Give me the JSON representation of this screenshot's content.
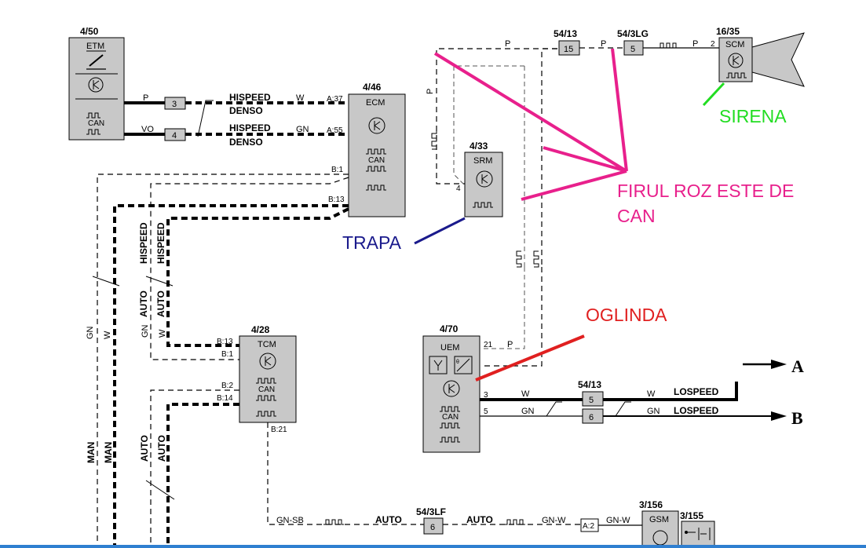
{
  "modules": {
    "etm": {
      "id": "4/50",
      "name": "ETM"
    },
    "ecm": {
      "id": "4/46",
      "name": "ECM",
      "pin_a37": "A:37",
      "pin_a55": "A:55",
      "pin_b1": "B:1",
      "pin_b13": "B:13"
    },
    "srm": {
      "id": "4/33",
      "name": "SRM",
      "pin": "4"
    },
    "scm": {
      "id": "16/35",
      "name": "SCM",
      "pin": "2"
    },
    "tcm": {
      "id": "4/28",
      "name": "TCM",
      "pin_b13": "B:13",
      "pin_b1": "B:1",
      "pin_b2": "B:2",
      "pin_b14": "B:14",
      "pin_b21": "B:21"
    },
    "uem": {
      "id": "4/70",
      "name": "UEM",
      "pin_21": "21",
      "pin_3": "3",
      "pin_5": "5"
    },
    "gsm": {
      "id": "3/156",
      "name": "GSM"
    },
    "switch": {
      "id": "3/155"
    }
  },
  "can_label": "CAN",
  "connectors": {
    "c1": {
      "id": "54/13",
      "pin": "15"
    },
    "c2": {
      "id": "54/3LG",
      "pin": "5"
    },
    "c3": {
      "id": "54/13",
      "pin_top": "5",
      "pin_bot": "6"
    },
    "c4": {
      "id": "54/3LF",
      "pin": "6"
    },
    "etm_pin1": "3",
    "etm_pin2": "4",
    "gsm_pin": "A:2"
  },
  "wires": {
    "p": "P",
    "vo": "VO",
    "w": "W",
    "gn": "GN",
    "gn_sb": "GN-SB",
    "gn_w": "GN-W",
    "hispeed": "HISPEED",
    "denso": "DENSO",
    "auto": "AUTO",
    "man": "MAN",
    "lospeed": "LOSPEED"
  },
  "outputs": {
    "a": "A",
    "b": "B"
  },
  "annotations": {
    "sirena": {
      "text": "SIRENA",
      "color": "#22dd22"
    },
    "firul": {
      "line1": "FIRUL ROZ ESTE DE",
      "line2": "CAN",
      "color": "#e8208c"
    },
    "trapa": {
      "text": "TRAPA",
      "color": "#1a1a8c"
    },
    "oglinda": {
      "text": "OGLINDA",
      "color": "#e02020"
    }
  }
}
